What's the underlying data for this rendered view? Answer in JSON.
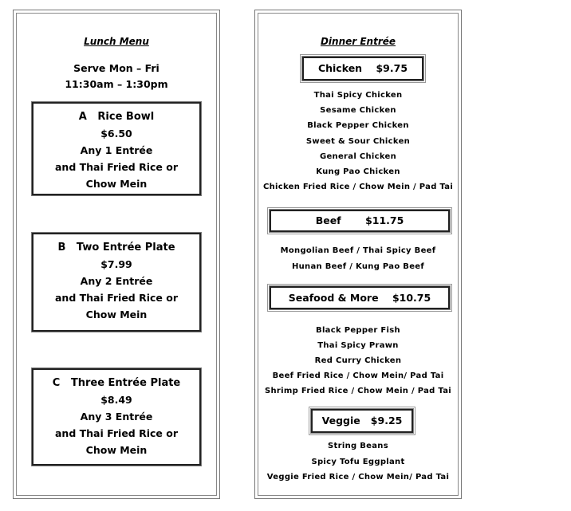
{
  "lunch": {
    "title": "Lunch Menu",
    "serve_days": "Serve Mon – Fri",
    "serve_hours": "11:30am – 1:30pm",
    "options": [
      {
        "heading": "A   Rice Bowl",
        "price": "$6.50",
        "entree": "Any 1 Entrée",
        "side_line1": "and Thai Fried Rice or",
        "side_line2": "Chow Mein"
      },
      {
        "heading": "B   Two Entrée Plate",
        "price": "$7.99",
        "entree": "Any 2 Entrée",
        "side_line1": "and Thai Fried Rice or",
        "side_line2": "Chow Mein"
      },
      {
        "heading": "C   Three Entrée Plate",
        "price": "$8.49",
        "entree": "Any 3 Entrée",
        "side_line1": "and Thai Fried Rice or",
        "side_line2": "Chow Mein"
      }
    ]
  },
  "dinner": {
    "title": "Dinner Entrée",
    "categories": [
      {
        "label": "Chicken    $9.75",
        "items": [
          "Thai Spicy Chicken",
          "Sesame Chicken",
          "Black Pepper Chicken",
          "Sweet & Sour Chicken",
          "General Chicken",
          "Kung Pao Chicken",
          "Chicken Fried Rice / Chow Mein / Pad Tai"
        ]
      },
      {
        "label": "Beef       $11.75",
        "items": [
          "Mongolian Beef / Thai Spicy Beef",
          "Hunan Beef / Kung Pao Beef"
        ]
      },
      {
        "label": "Seafood & More    $10.75",
        "items": [
          "Black Pepper Fish",
          "Thai Spicy Prawn",
          "Red Curry Chicken",
          "Beef Fried Rice / Chow Mein/ Pad Tai",
          "Shrimp Fried Rice / Chow Mein / Pad Tai"
        ]
      },
      {
        "label": "Veggie   $9.25",
        "items": [
          "String Beans",
          "Spicy Tofu Eggplant",
          "Veggie Fried Rice / Chow Mein/ Pad Tai"
        ]
      }
    ]
  }
}
